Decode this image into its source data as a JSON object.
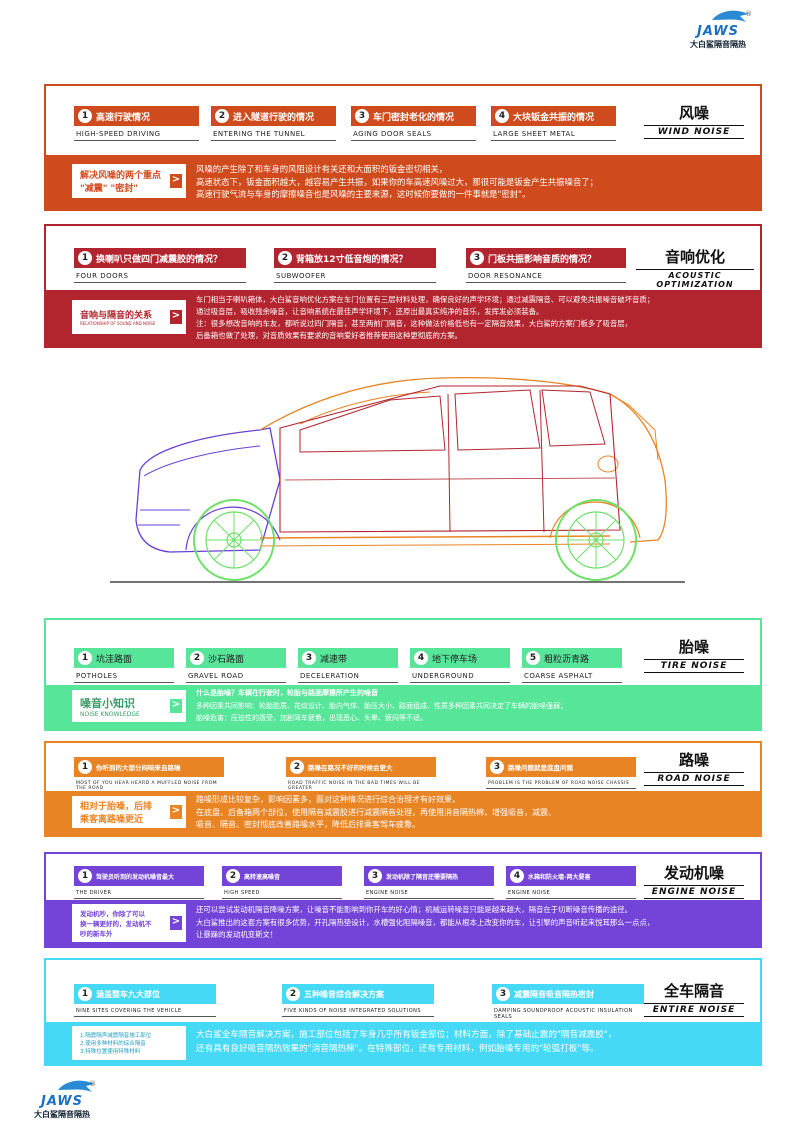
{
  "logo": {
    "brand": "JAWS",
    "cn": "大白鲨隔音隔热",
    "reg": "®"
  },
  "colors": {
    "wind": "#cf4a1c",
    "acoustic": "#b3252e",
    "tire": "#57e59a",
    "road": "#e98424",
    "engine": "#7443d8",
    "entire": "#46d9f6",
    "wheel": "#6ee06a"
  },
  "wind": {
    "items": [
      {
        "num": "1",
        "cn": "高速行驶情况",
        "en": "HIGH-SPEED DRIVING"
      },
      {
        "num": "2",
        "cn": "进入隧道行驶的情况",
        "en": "ENTERING THE TUNNEL"
      },
      {
        "num": "3",
        "cn": "车门密封老化的情况",
        "en": "AGING DOOR SEALS"
      },
      {
        "num": "4",
        "cn": "大块钣金共振的情况",
        "en": "LARGE SHEET METAL"
      }
    ],
    "title_cn": "风噪",
    "title_en": "WIND NOISE",
    "label_line1": "解决风噪的两个重点",
    "label_line2": "\"减震\" \"密封\"",
    "arrow": ">",
    "lines": [
      "风噪的产生除了和车身的风阻设计有关还和大面积的钣金密切相关，",
      "高速状态下，钣金面积越大，越容易产生共振，如果你的车高速风噪过大，那很可能是钣金产生共振噪音了；",
      "高速行驶气流与车身的摩擦噪音也是风噪的主要来源，这时候你要做的一件事就是\"密封\"。"
    ]
  },
  "acoustic": {
    "items": [
      {
        "num": "1",
        "cn": "换喇叭只做四门减震胶的情况？",
        "en": "FOUR DOORS"
      },
      {
        "num": "2",
        "cn": "背箱放12寸低音炮的情况？",
        "en": "SUBWOOFER"
      },
      {
        "num": "3",
        "cn": "门板共振影响音质的情况？",
        "en": "DOOR RESONANCE"
      }
    ],
    "title_cn": "音响优化",
    "title_en": "ACOUSTIC OPTIMIZATION",
    "label_line1": "音响与隔音的关系",
    "label_line2": "RELATIONSHIP OF SOUND AND NOISE",
    "arrow": ">",
    "lines": [
      "车门相当于喇叭箱体，大白鲨音响优化方案在车门位置有三层材料处理，确保良好的声学环境；通过减震隔音、可以避免共振噪音破坏音质；",
      "通过吸音层，吸收残余噪音，让音响系统在最佳声学环境下，还原出最真实纯净的音乐，发挥发必须装备。",
      "注：很多想改音响的车友，都听说过四门隔音，甚至两前门隔音，这种做法价格低也有一定隔音效果，大白鲨的方案门板多了吸音层，",
      "后备箱也做了处理，对音质效果有要求的音响爱好者推荐使用这种更彻底的方案。"
    ]
  },
  "tire": {
    "items": [
      {
        "num": "1",
        "cn": "坑洼路面",
        "en": "POTHOLES"
      },
      {
        "num": "2",
        "cn": "沙石路面",
        "en": "GRAVEL ROAD"
      },
      {
        "num": "3",
        "cn": "减速带",
        "en": "DECELERATION"
      },
      {
        "num": "4",
        "cn": "地下停车场",
        "en": "UNDERGROUND"
      },
      {
        "num": "5",
        "cn": "粗粒沥青路",
        "en": "COARSE ASPHALT"
      }
    ],
    "title_cn": "胎噪",
    "title_en": "TIRE NOISE",
    "label_line1": "噪音小知识",
    "label_line2": "NOISE KNOWLEDGE",
    "arrow": ">",
    "lines": [
      "什么是胎噪？车辆在行驶时，轮胎与路面摩擦所产生的噪音",
      "多种因素共同影响：轮胎胶质、花纹设计、胎内气体、胎压大小、路面组成、性质多种因素共同决定了车辆的胎噪强弱；",
      "胎噪危害：压迫性的感受，加剧驾车疲惫，出现恶心、头晕、疲闷等不适。"
    ]
  },
  "road": {
    "items": [
      {
        "num": "1",
        "cn": "你听到的大部分闷响来自路噪",
        "en": "MOST OF YOU HEAR HEARD A MUFFLED NOISE FROM THE ROAD"
      },
      {
        "num": "2",
        "cn": "路噪在路况不好的时候会更大",
        "en": "ROAD TRAFFIC NOISE IN THE BAD TIMES WILL BE GREATER"
      },
      {
        "num": "3",
        "cn": "路噪问题就是底盘问题",
        "en": "PROBLEM IS THE PROBLEM OF ROAD NOISE CHASSIS"
      }
    ],
    "title_cn": "路噪",
    "title_en": "ROAD NOISE",
    "label_line1": "相对于胎噪，后排",
    "label_line2": "乘客离路噪更近",
    "arrow": ">",
    "lines": [
      "路噪形成比较复杂，影响因素多，面对这种情况进行综合治理才有好效果，",
      "在底盘、后备箱两个部位，使用隔音减震胶进行减震隔音处理，再使用消音隔热棉，增强吸音，减震、",
      "吸音、隔音、密封彻底改善路噪水平，降低后排乘客驾车疲惫。"
    ]
  },
  "engine": {
    "items": [
      {
        "num": "1",
        "cn": "驾驶员听到的发动机噪音最大",
        "en": "THE DRIVER"
      },
      {
        "num": "2",
        "cn": "高转速高噪音",
        "en": "HIGH SPEED"
      },
      {
        "num": "3",
        "cn": "发动机除了隔音还需要隔热",
        "en": "ENGINE NOISE"
      },
      {
        "num": "4",
        "cn": "水箱和防火墙-两大要害",
        "en": "ENGINE NOISE"
      }
    ],
    "title_cn": "发动机噪",
    "title_en": "ENGINE NOISE",
    "label_line1": "发动机吵，你除了可以",
    "label_line2": "换一辆更好的，发动机不",
    "label_line3": "吵的新车外",
    "arrow": ">",
    "lines": [
      "还可以尝试发动机隔音降噪方案，让噪音不能影响到你开车的好心情；机械运转噪音只能是越来越大，隔音在于切断噪音传播的途径。",
      "大白鲨推出的这套方案有很多优势，开孔隔热垫设计，水槽强化阻隔噪音，都能从根本上改变你的车，让引擎的声音听起来悦耳那么一点点，",
      "让暴躁的发动机变斯文！"
    ]
  },
  "entire": {
    "items": [
      {
        "num": "1",
        "cn": "涵盖整车九大部位",
        "en": "NINE SITES COVERING THE VEHICLE"
      },
      {
        "num": "2",
        "cn": "五种噪音综合解决方案",
        "en": "FIVE KINDS OF NOISE INTEGRATED SOLUTIONS"
      },
      {
        "num": "3",
        "cn": "减震隔音吸音隔热密封",
        "en": "DAMPING SOUNDPROOF ACOUSTIC INSULATION SEALS"
      }
    ],
    "title_cn": "全车隔音",
    "title_en": "ENTIRE NOISE",
    "label_line1": "1.隔震隔声减震隔音施工部位",
    "label_line2": "2.使用多种材料的综合隔音",
    "label_line3": "3.特殊位置使用特殊材料",
    "lines": [
      "大白鲨全车隔音解决方案，施工部位包括了车身几乎所有钣金部位；材料方面，除了基础止震的\"隔音减震胶\"，",
      "还有具有良好吸音隔热效果的\"消音隔热棉\"。在特殊部位，还有专用材料，例如胎噪专用的\"轮弧打板\"等。"
    ]
  }
}
